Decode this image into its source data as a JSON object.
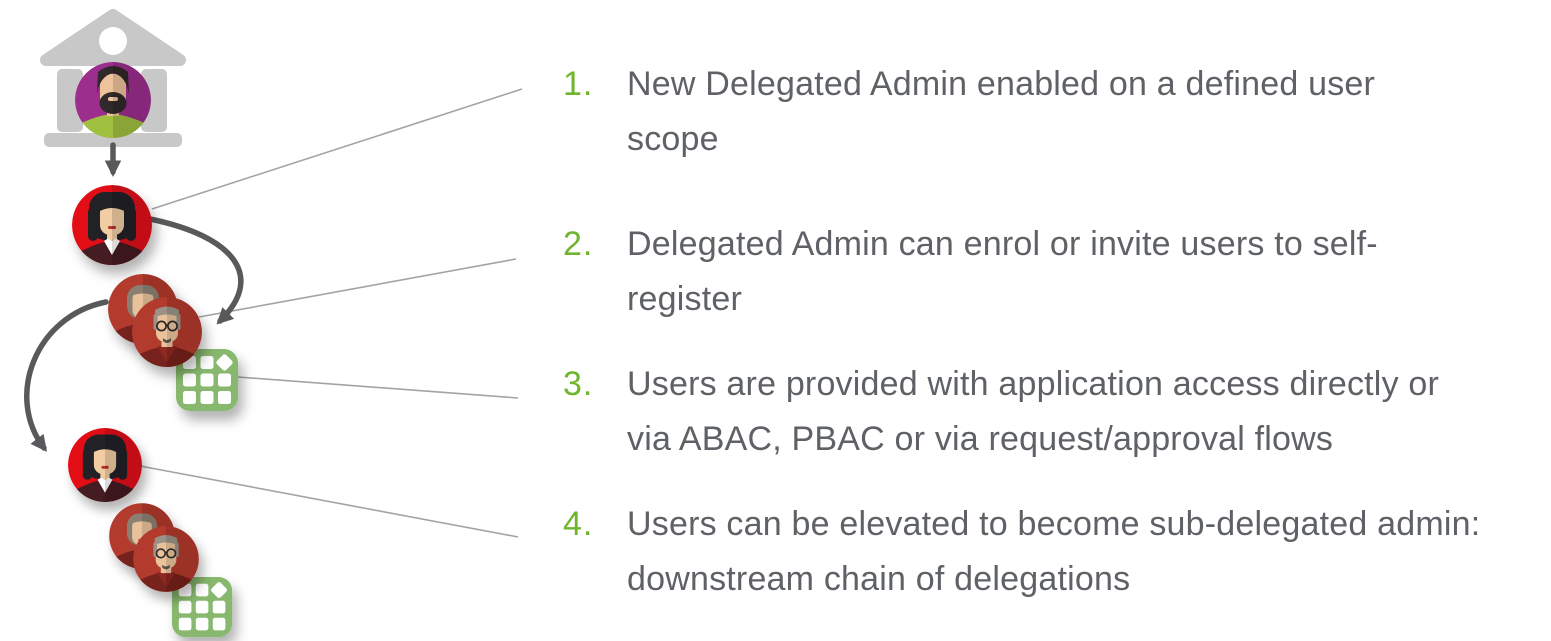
{
  "canvas": {
    "background": "#ffffff"
  },
  "palette": {
    "step_number_green": "#6fb52d",
    "step_text_gray": "#5e6165",
    "connector_line_gray": "#a3a3a3",
    "arrow_gray": "#58595b",
    "building_gray": "#c8c8c8",
    "admin_red": "#e31019",
    "users_brick_red": "#b23a2e",
    "org_purple": "#9c2e8d",
    "app_icon_green": "#87b86d"
  },
  "diagram": {
    "icons": [
      {
        "name": "organization-building-icon"
      },
      {
        "name": "org-admin-avatar"
      },
      {
        "name": "delegated-admin-avatar"
      },
      {
        "name": "users-pair-avatars"
      },
      {
        "name": "application-grid-icon"
      },
      {
        "name": "sub-delegated-admin-avatar"
      },
      {
        "name": "sub-users-pair-avatars"
      },
      {
        "name": "application-grid-icon-2"
      }
    ]
  },
  "steps": [
    {
      "number": "1.",
      "lines": [
        "New Delegated Admin enabled on a defined user",
        "scope"
      ]
    },
    {
      "number": "2.",
      "lines": [
        "Delegated Admin can enrol or invite users to self-",
        "register"
      ]
    },
    {
      "number": "3.",
      "lines": [
        "Users are provided with application access directly or",
        "via ABAC, PBAC or via request/approval flows"
      ]
    },
    {
      "number": "4.",
      "lines": [
        "Users can be elevated to become sub-delegated admin:",
        "downstream chain of delegations"
      ]
    }
  ]
}
